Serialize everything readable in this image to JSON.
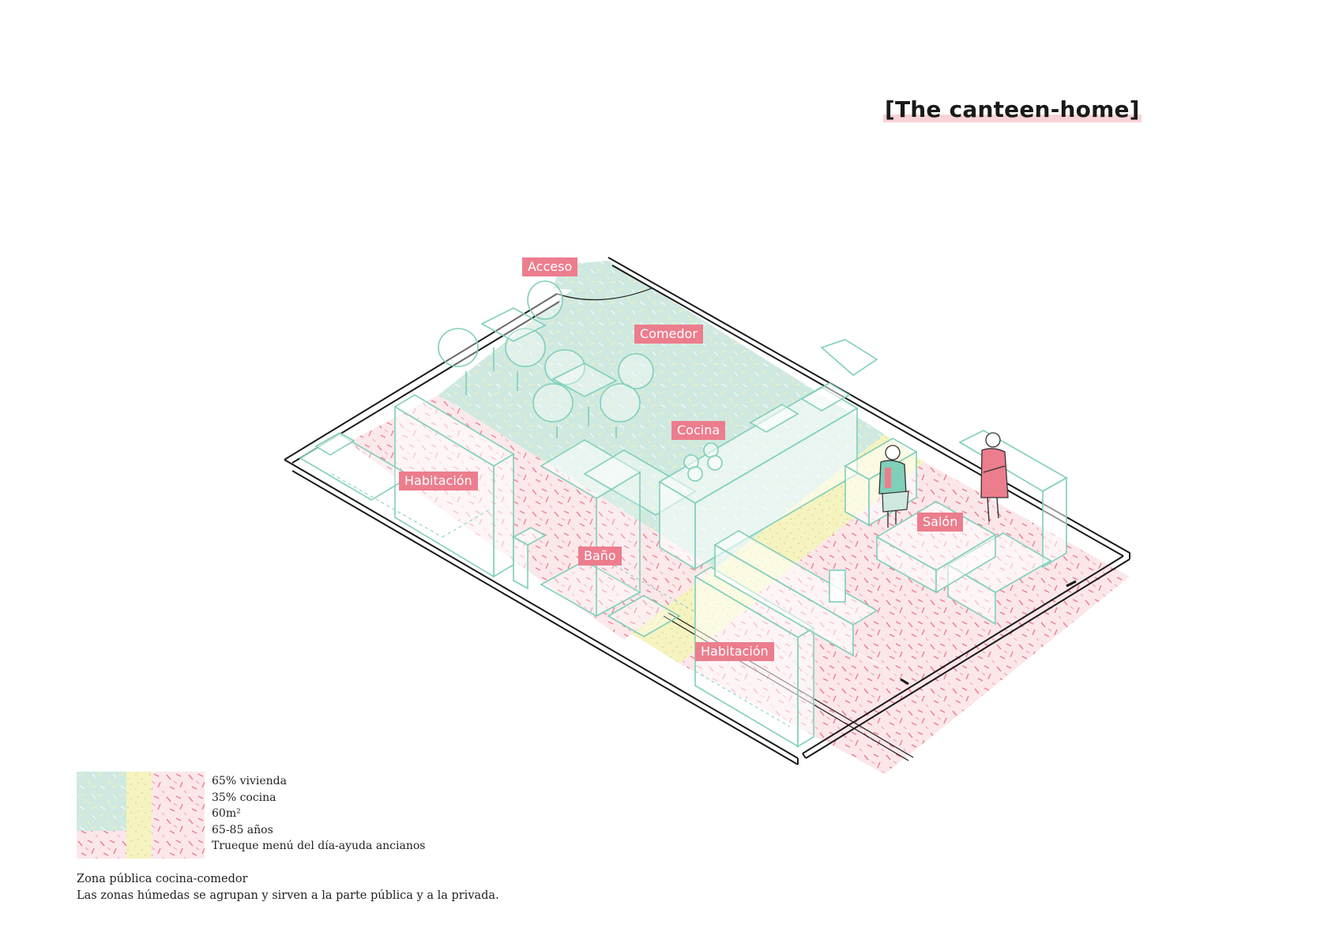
{
  "title": "[The canteen-home]",
  "rooms": {
    "acceso": "Acceso",
    "comedor": "Comedor",
    "cocina": "Cocina",
    "habitacion_left": "Habitación",
    "bano": "Baño",
    "salon": "Salón",
    "habitacion_right": "Habitación"
  },
  "legend": {
    "lines": [
      "65% vivienda",
      "35% cocina",
      "60m²",
      "65-85 años",
      "Trueque menú del día-ayuda ancianos"
    ]
  },
  "caption": {
    "line1": "Zona pública cocina-comedor",
    "line2": "Las zonas húmedas se agrupan y sirven a la parte pública y a la privada."
  },
  "colors": {
    "mint": "#cfe9e0",
    "mint_line": "#7fcfb9",
    "yellow": "#f5f3c0",
    "pink": "#f9e1e4",
    "pink_accent": "#ec7d8d",
    "wall": "#1a1a1a"
  }
}
